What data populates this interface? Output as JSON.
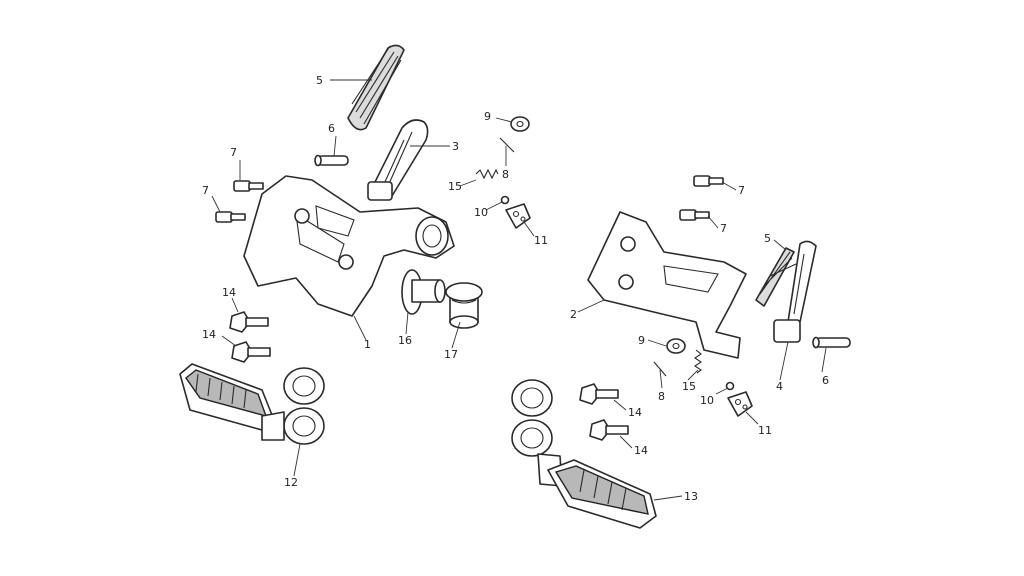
{
  "callouts": {
    "l1": "1",
    "l2": "2",
    "l3": "3",
    "l4": "4",
    "l5a": "5",
    "l5b": "5",
    "l6a": "6",
    "l6b": "6",
    "l7a": "7",
    "l7b": "7",
    "l7c": "7",
    "l7d": "7",
    "l8a": "8",
    "l8b": "8",
    "l9a": "9",
    "l9b": "9",
    "l10a": "10",
    "l10b": "10",
    "l11a": "11",
    "l11b": "11",
    "l12": "12",
    "l13": "13",
    "l14a": "14",
    "l14b": "14",
    "l14c": "14",
    "l14d": "14",
    "l15a": "15",
    "l15b": "15",
    "l16": "16",
    "l17": "17"
  }
}
